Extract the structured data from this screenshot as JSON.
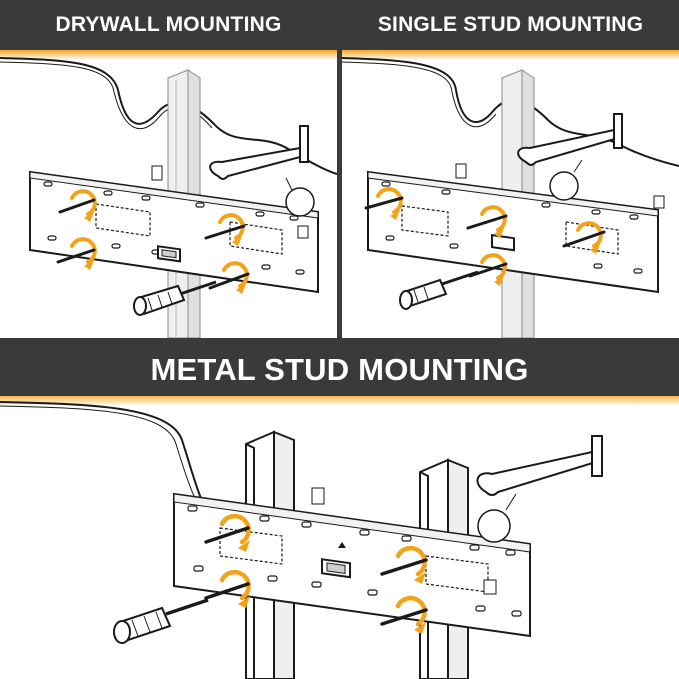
{
  "panels": {
    "drywall": {
      "title": "DRYWALL MOUNTING"
    },
    "single_stud": {
      "title": "SINGLE STUD MOUNTING"
    },
    "metal_stud": {
      "title": "METAL STUD MOUNTING"
    }
  },
  "colors": {
    "banner_bg": "#3a3a3a",
    "banner_text": "#ffffff",
    "accent_orange": "#f2a31b",
    "line": "#1a1a1a",
    "fill_white": "#ffffff",
    "stud_gray": "#e6e6e6"
  },
  "icons": {
    "rotation_arrow": "rotation-arrow-icon",
    "screwdriver": "screwdriver-icon",
    "wrench": "wrench-icon",
    "anchor": "anchor-icon"
  }
}
